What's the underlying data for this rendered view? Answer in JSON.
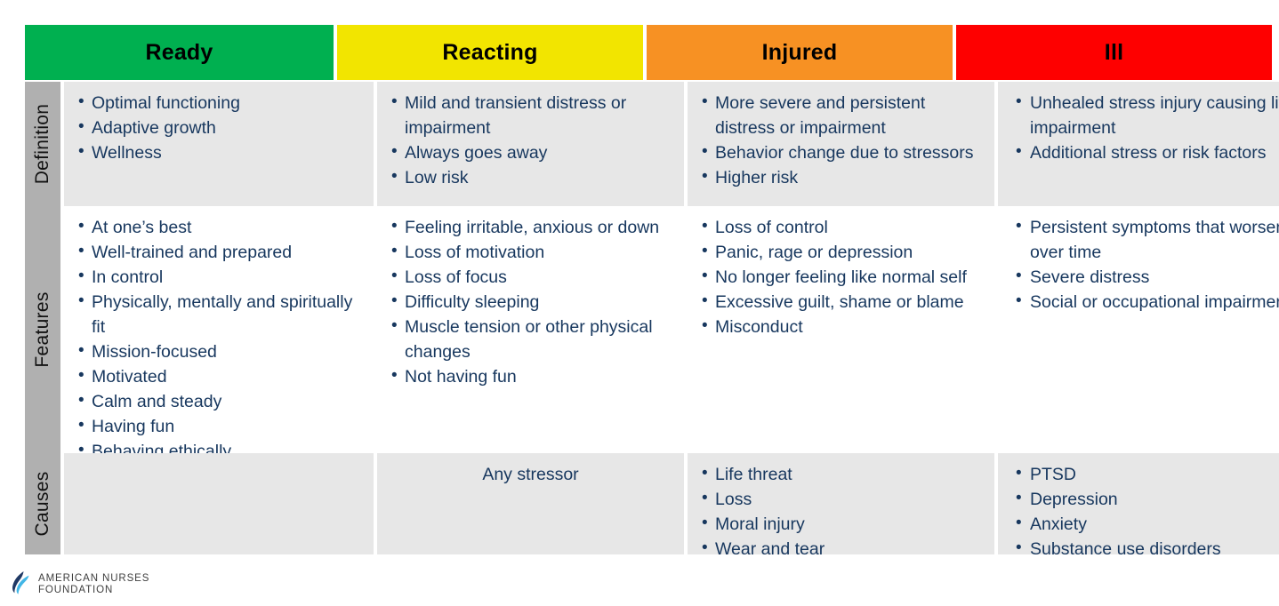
{
  "columns": [
    {
      "key": "ready",
      "label": "Ready",
      "color": "#00b050"
    },
    {
      "key": "reacting",
      "label": "Reacting",
      "color": "#f2e500"
    },
    {
      "key": "injured",
      "label": "Injured",
      "color": "#f79123"
    },
    {
      "key": "ill",
      "label": "Ill",
      "color": "#fe0000"
    }
  ],
  "rows": [
    {
      "key": "definition",
      "label": "Definition",
      "cells": {
        "ready": [
          "Optimal functioning",
          "Adaptive growth",
          "Wellness"
        ],
        "reacting": [
          "Mild and transient distress or impairment",
          "Always goes away",
          "Low risk"
        ],
        "injured": [
          "More severe and persistent distress or impairment",
          "Behavior change due to stressors",
          "Higher risk"
        ],
        "ill": [
          "Unhealed stress injury causing life impairment",
          "Additional stress or risk factors"
        ]
      }
    },
    {
      "key": "features",
      "label": "Features",
      "cells": {
        "ready": [
          "At one’s best",
          "Well-trained and prepared",
          "In control",
          "Physically, mentally and spiritually fit",
          "Mission-focused",
          "Motivated",
          "Calm and steady",
          "Having fun",
          "Behaving ethically"
        ],
        "reacting": [
          "Feeling irritable, anxious or down",
          "Loss of motivation",
          "Loss of focus",
          "Difficulty sleeping",
          "Muscle tension or other physical changes",
          "Not having fun"
        ],
        "injured": [
          "Loss of control",
          "Panic, rage or depression",
          "No longer feeling like normal self",
          "Excessive guilt, shame or blame",
          "Misconduct"
        ],
        "ill": [
          "Persistent symptoms that worsen over time",
          "Severe distress",
          "Social or occupational impairment"
        ]
      }
    },
    {
      "key": "causes",
      "label": "Causes",
      "cells": {
        "ready": [],
        "reacting_plain": "Any stressor",
        "reacting": [],
        "injured": [
          "Life threat",
          "Loss",
          "Moral injury",
          "Wear and tear"
        ],
        "ill": [
          "PTSD",
          "Depression",
          "Anxiety",
          "Substance use disorders"
        ]
      }
    }
  ],
  "logo": {
    "line1": "AMERICAN NURSES",
    "line2": "FOUNDATION",
    "mark_dark": "#1f3864",
    "mark_light": "#41b6e6"
  }
}
